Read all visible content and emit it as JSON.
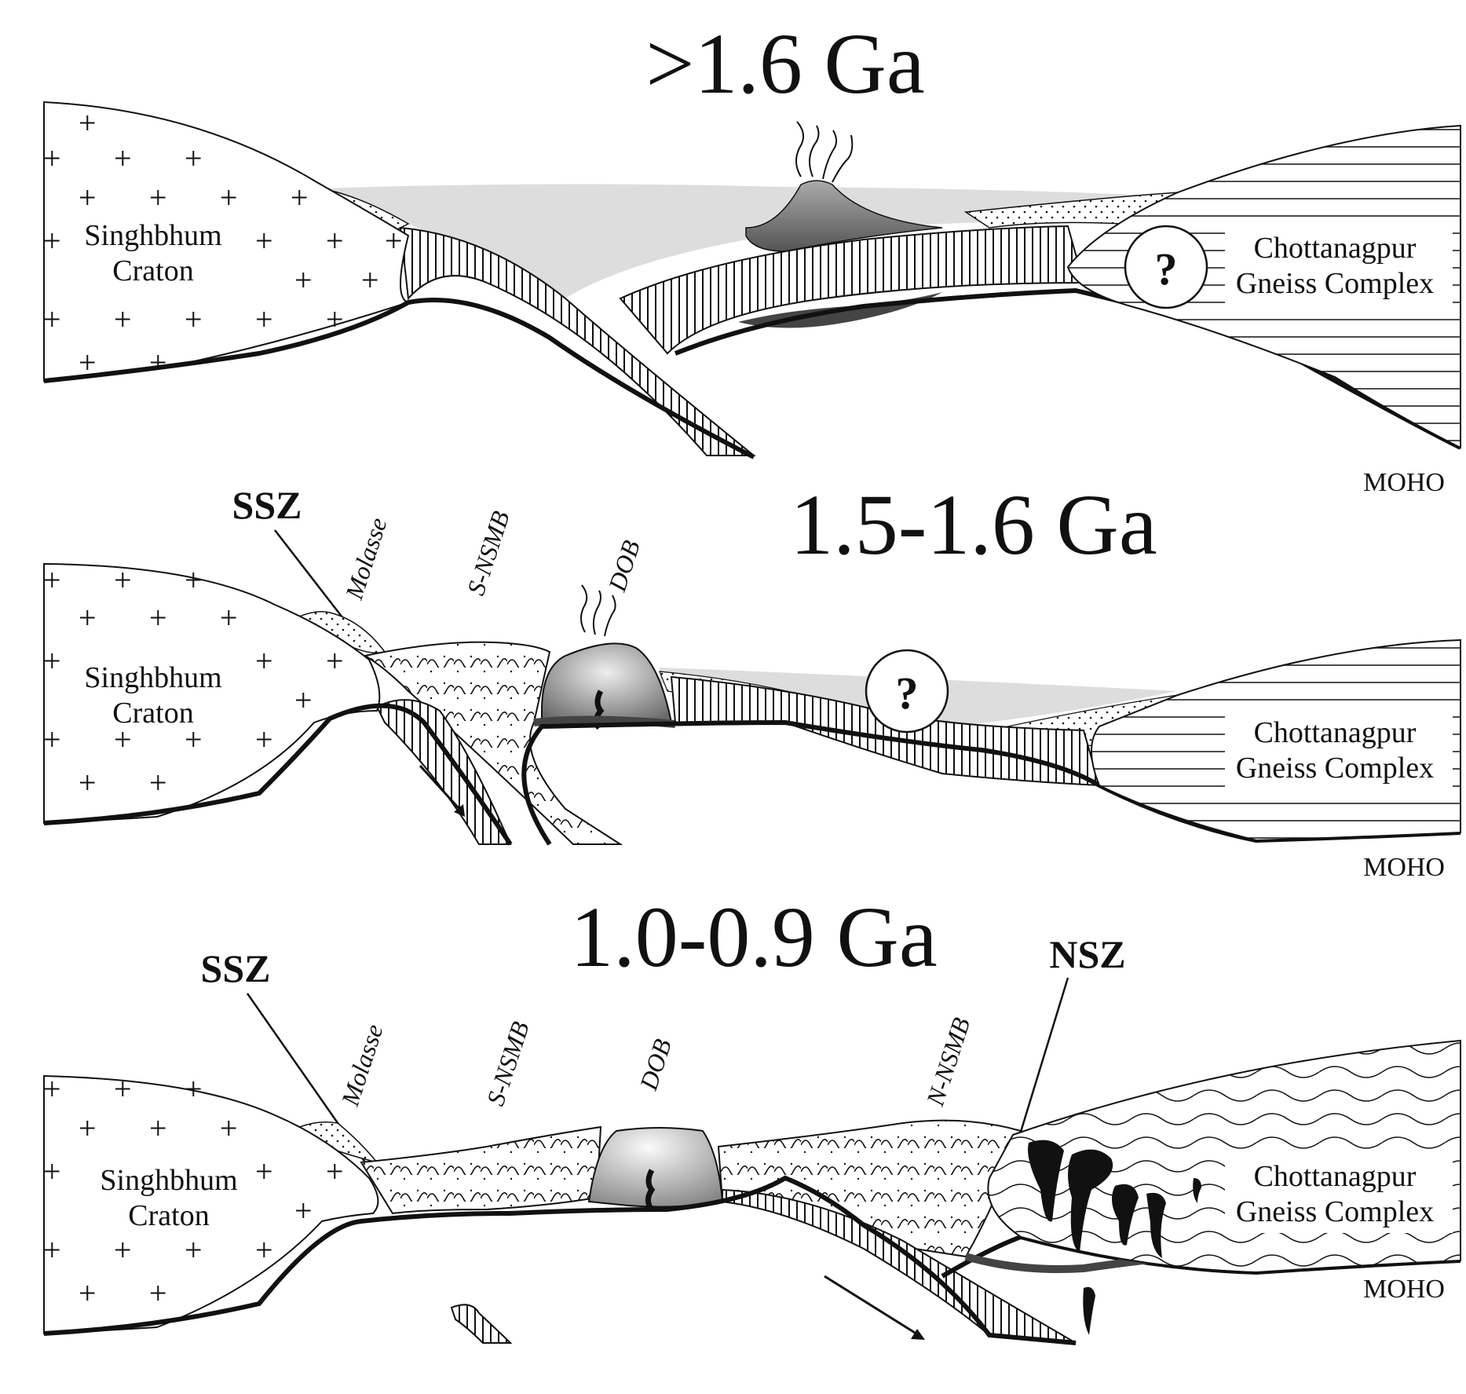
{
  "panels": [
    {
      "title": ">1.6 Ga",
      "craton_label_1": "Singhbhum",
      "craton_label_2": "Craton",
      "gneiss_label_1": "Chottanagpur",
      "gneiss_label_2": "Gneiss Complex",
      "question": "?",
      "moho": "MOHO"
    },
    {
      "title": "1.5-1.6 Ga",
      "craton_label_1": "Singhbhum",
      "craton_label_2": "Craton",
      "gneiss_label_1": "Chottanagpur",
      "gneiss_label_2": "Gneiss Complex",
      "question": "?",
      "moho": "MOHO",
      "ssz": "SSZ",
      "molasse": "Molasse",
      "snsmb": "S-NSMB",
      "dob": "DOB"
    },
    {
      "title": "1.0-0.9 Ga",
      "craton_label_1": "Singhbhum",
      "craton_label_2": "Craton",
      "gneiss_label_1": "Chottanagpur",
      "gneiss_label_2": "Gneiss Complex",
      "moho": "MOHO",
      "ssz": "SSZ",
      "nsz": "NSZ",
      "molasse": "Molasse",
      "snsmb": "S-NSMB",
      "dob": "DOB",
      "nnsmb": "N-NSMB"
    }
  ]
}
